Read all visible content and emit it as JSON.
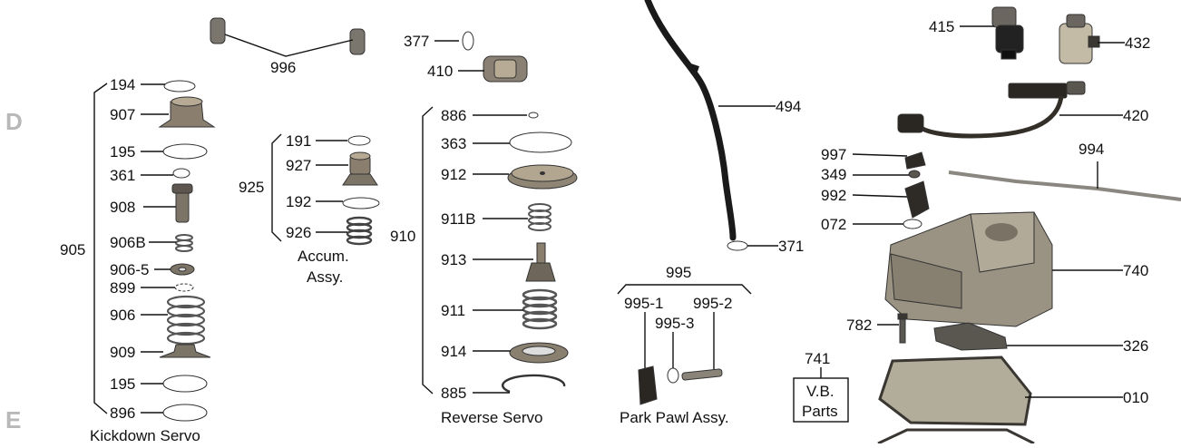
{
  "section_letters": {
    "top": "D",
    "bottom": "E"
  },
  "kickdown": {
    "group": "905",
    "caption": "Kickdown Servo",
    "parts": [
      "194",
      "907",
      "195",
      "361",
      "908",
      "906B",
      "906-5",
      "899",
      "906",
      "909",
      "195",
      "896"
    ]
  },
  "accum": {
    "group": "925",
    "caption_line1": "Accum.",
    "caption_line2": "Assy.",
    "parts": [
      "191",
      "927",
      "192",
      "926"
    ]
  },
  "reverse": {
    "group": "910",
    "caption": "Reverse Servo",
    "parts": [
      "886",
      "363",
      "912",
      "911B",
      "913",
      "911",
      "914",
      "885"
    ]
  },
  "top": {
    "p996": "996",
    "p377": "377",
    "p410": "410"
  },
  "dipstick": {
    "p494": "494",
    "p371": "371"
  },
  "park": {
    "group": "995",
    "p1": "995-1",
    "p2": "995-2",
    "p3": "995-3",
    "caption": "Park Pawl Assy."
  },
  "vb": {
    "num": "741",
    "line1": "V.B.",
    "line2": "Parts"
  },
  "right": {
    "p415": "415",
    "p432": "432",
    "p420": "420",
    "p994": "994",
    "p997": "997",
    "p349": "349",
    "p992": "992",
    "p072": "072",
    "p740": "740",
    "p782": "782",
    "p326": "326",
    "p010": "010"
  }
}
